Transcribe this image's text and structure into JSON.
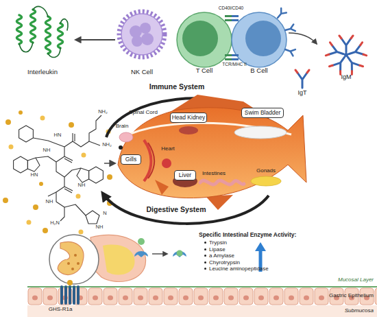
{
  "diagram": {
    "nodes": [
      {
        "text": [
          "Interleukin"
        ]
      },
      {
        "text": [
          "NK Cell"
        ]
      },
      {
        "text": [
          "T Cell"
        ]
      },
      {
        "text": [
          "B Cell"
        ]
      },
      {
        "text": [
          "Head Kidney"
        ]
      },
      {
        "text": [
          "Swim Bladder"
        ]
      },
      {
        "text": [
          "Gills"
        ]
      },
      {
        "text": [
          "Liver"
        ]
      }
    ],
    "edges": [
      {
        "from": 1,
        "to": 0,
        "arrow": "to"
      }
    ],
    "labels": [
      "CD40l/CD40",
      "TCR/MHC II",
      "IgM",
      "IgT",
      "Immune System",
      "NH₂",
      "HN",
      "NH₂",
      "NH",
      "HN",
      "NH",
      "NH",
      "N",
      "H₂N",
      "NH",
      "Spinal Cord",
      "Brain",
      "Heart",
      "Intestines",
      "Gonads",
      "Digestive System",
      "Specific Intestinal Enzyme Activity:",
      "Trypsin",
      "Lipase",
      "a Amylase",
      "Chyrotrypsin",
      "Leucine aminopeptidase",
      "Mucosal Layer",
      "Gastric Epithelium",
      "GHS-R1a",
      "Submucosa"
    ]
  }
}
